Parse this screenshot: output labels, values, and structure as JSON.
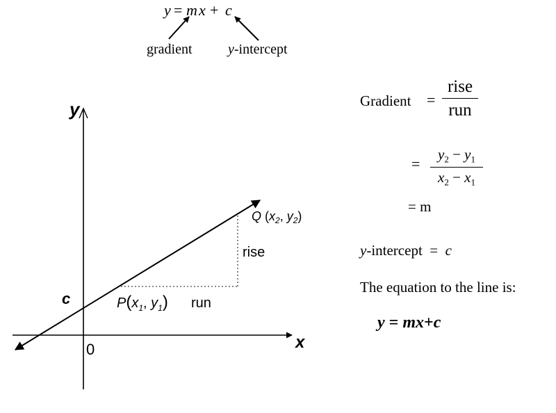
{
  "top_formula": {
    "equation": {
      "y": "y",
      "eq": "=",
      "m": "m",
      "x": "x",
      "plus": "+",
      "c": "c"
    },
    "label_gradient": "gradient",
    "label_intercept_var": "y",
    "label_intercept_rest": "-intercept"
  },
  "graph": {
    "axis_y_label": "y",
    "axis_x_label": "x",
    "origin_label": "0",
    "c_label": "c",
    "point_q": {
      "name": "Q",
      "x": "x",
      "x_sub": "2",
      "y": "y",
      "y_sub": "2"
    },
    "point_p": {
      "name": "P",
      "x": "x",
      "x_sub": "1",
      "y": "y",
      "y_sub": "1"
    },
    "rise_label": "rise",
    "run_label": "run"
  },
  "right_panel": {
    "gradient_word": "Gradient",
    "eq1": "=",
    "frac1_num": "rise",
    "frac1_den": "run",
    "eq2": "=",
    "frac2_num": {
      "a": "y",
      "a_sub": "2",
      "op": "−",
      "b": "y",
      "b_sub": "1"
    },
    "frac2_den": {
      "a": "x",
      "a_sub": "2",
      "op": "−",
      "b": "x",
      "b_sub": "1"
    },
    "eq3": "= m",
    "intercept_var": "y",
    "intercept_rest": "-intercept",
    "intercept_eq": "=",
    "intercept_c": "c",
    "equation_sentence": "The equation to the line is:",
    "final_equation": {
      "y": "y",
      "eq": "=",
      "m": "m",
      "x": "x",
      "plus": "+",
      "c": "c"
    }
  }
}
